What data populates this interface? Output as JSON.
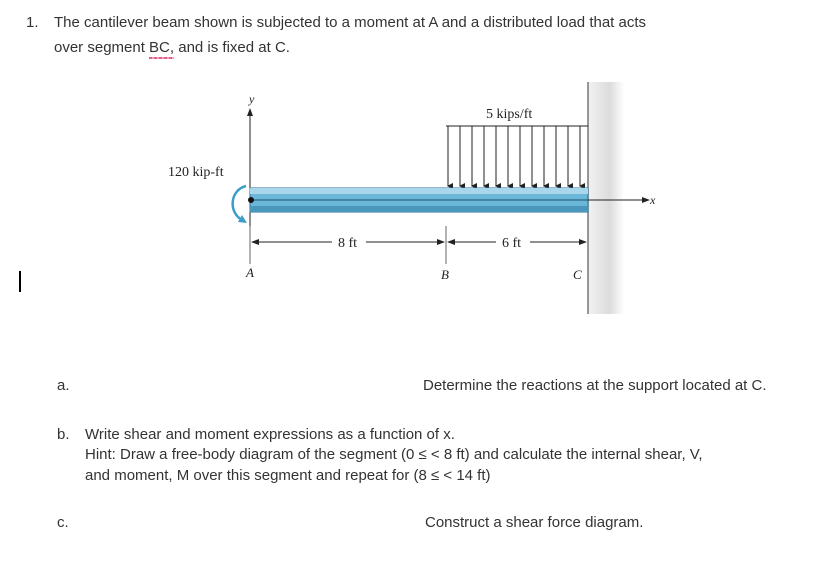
{
  "question": {
    "number": "1.",
    "line1": "The cantilever beam shown is subjected to a moment at A and a distributed load that acts",
    "line2_pre": "over segment ",
    "line2_bc": "BC,",
    "line2_post": " and is fixed at C."
  },
  "figure": {
    "load_label": "5 kips/ft",
    "moment_label": "120 kip-ft",
    "y_axis": "y",
    "x_axis": "x",
    "dim_ab": "8 ft",
    "dim_bc": "6 ft",
    "point_a": "A",
    "point_b": "B",
    "point_c": "C",
    "colors": {
      "beam": "#6ab7d8",
      "beam_edge": "#2a6f95",
      "moment": "#3d9dc9",
      "wall": "#d8d8d8"
    }
  },
  "parts": {
    "a": {
      "label": "a.",
      "text": "Determine the reactions at the support located at C."
    },
    "b": {
      "label": "b.",
      "line1": "Write shear and moment expressions as a function of x.",
      "line2": "Hint: Draw a free-body diagram of the segment (0 ≤  < 8 ft) and calculate the internal shear, V,",
      "line3": "and moment, M over this segment and repeat for (8 ≤  < 14 ft)"
    },
    "c": {
      "label": "c.",
      "text": "Construct a shear force diagram."
    }
  }
}
